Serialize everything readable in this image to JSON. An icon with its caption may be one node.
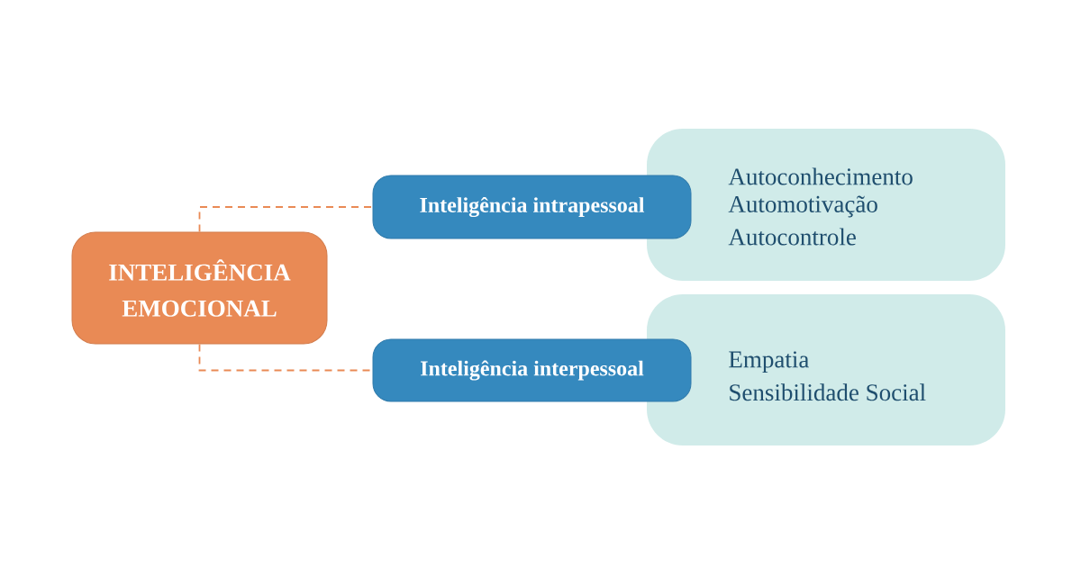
{
  "diagram": {
    "nodes": [
      {
        "text": [
          "INTELIGÊNCIA EMOCIONAL"
        ]
      },
      {
        "text": [
          "Inteligência intrapessoal"
        ]
      },
      {
        "text": [
          "Autoconhecimento",
          "Automotivação",
          "Autocontrole"
        ]
      },
      {
        "text": [
          "Inteligência interpessoal"
        ]
      },
      {
        "text": [
          "Empatia",
          "Sensibilidade Social"
        ]
      }
    ],
    "edges": [
      {
        "from": 0,
        "to": 1,
        "arrow": "none",
        "style": "dashed"
      },
      {
        "from": 0,
        "to": 3,
        "arrow": "none",
        "style": "dashed"
      }
    ]
  }
}
